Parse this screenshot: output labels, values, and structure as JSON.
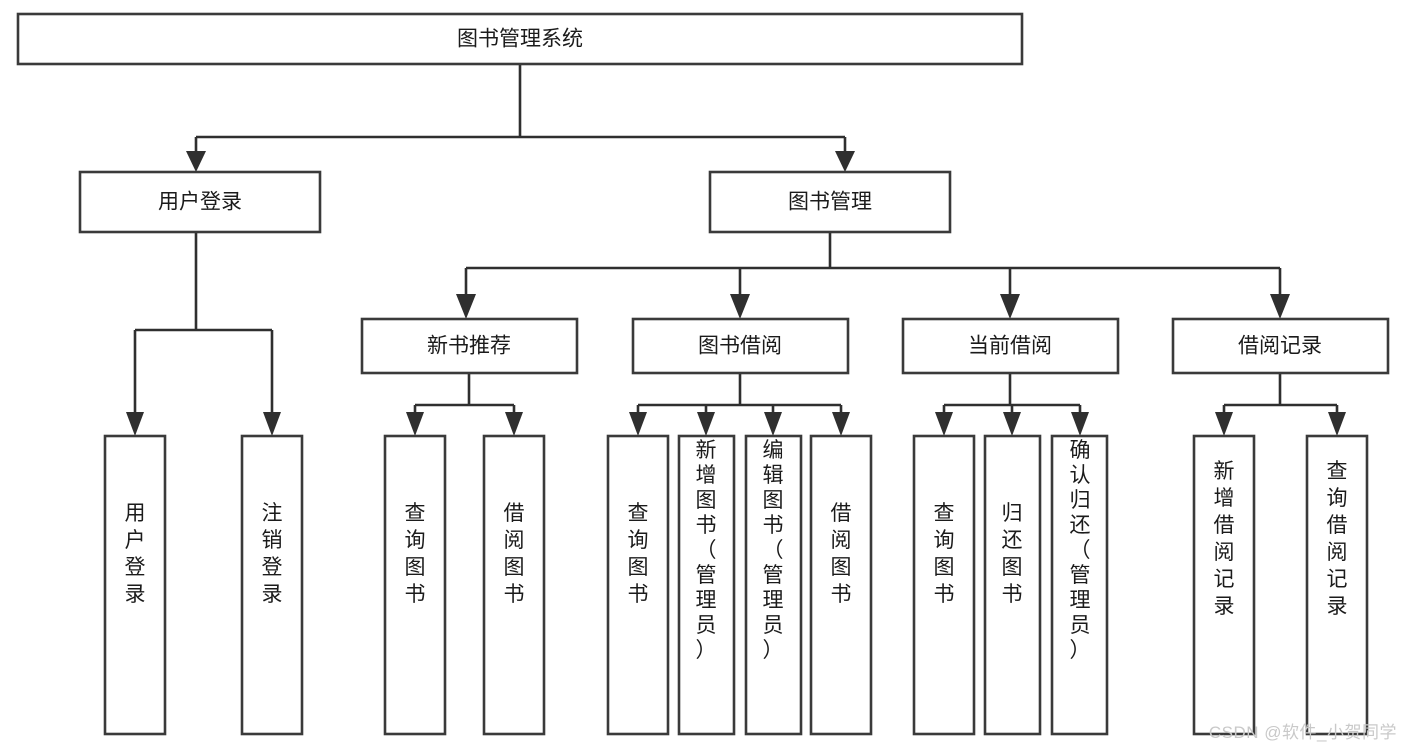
{
  "diagram": {
    "title": "图书管理系统",
    "type": "tree-hierarchy-chart",
    "watermark": "CSDN @软件_小贺同学",
    "background_color": "#ffffff",
    "stroke_color": "#2f2f2f",
    "text_color": "#1b1b1b",
    "root": {
      "label": "图书管理系统",
      "orientation": "horizontal"
    },
    "level1": [
      {
        "id": "user-login",
        "label": "用户登录",
        "orientation": "horizontal"
      },
      {
        "id": "book-manage",
        "label": "图书管理",
        "orientation": "horizontal"
      }
    ],
    "level2": [
      {
        "id": "new-book-recommend",
        "label": "新书推荐",
        "parent": "book-manage",
        "orientation": "horizontal"
      },
      {
        "id": "book-borrow",
        "label": "图书借阅",
        "parent": "book-manage",
        "orientation": "horizontal"
      },
      {
        "id": "current-borrow",
        "label": "当前借阅",
        "parent": "book-manage",
        "orientation": "horizontal"
      },
      {
        "id": "borrow-record",
        "label": "借阅记录",
        "parent": "book-manage",
        "orientation": "horizontal"
      }
    ],
    "leaves": [
      {
        "id": "leaf-user-login",
        "label": "用户登录",
        "parent": "user-login",
        "orientation": "vertical"
      },
      {
        "id": "leaf-user-logout",
        "label": "注销登录",
        "parent": "user-login",
        "orientation": "vertical"
      },
      {
        "id": "leaf-query-book-1",
        "label": "查询图书",
        "parent": "new-book-recommend",
        "orientation": "vertical"
      },
      {
        "id": "leaf-borrow-book-1",
        "label": "借阅图书",
        "parent": "new-book-recommend",
        "orientation": "vertical"
      },
      {
        "id": "leaf-query-book-2",
        "label": "查询图书",
        "parent": "book-borrow",
        "orientation": "vertical"
      },
      {
        "id": "leaf-add-book",
        "label": "新增图书（管理员）",
        "parent": "book-borrow",
        "orientation": "vertical"
      },
      {
        "id": "leaf-edit-book",
        "label": "编辑图书（管理员）",
        "parent": "book-borrow",
        "orientation": "vertical"
      },
      {
        "id": "leaf-borrow-book-2",
        "label": "借阅图书",
        "parent": "book-borrow",
        "orientation": "vertical"
      },
      {
        "id": "leaf-query-book-3",
        "label": "查询图书",
        "parent": "current-borrow",
        "orientation": "vertical"
      },
      {
        "id": "leaf-return-book",
        "label": "归还图书",
        "parent": "current-borrow",
        "orientation": "vertical"
      },
      {
        "id": "leaf-confirm-return",
        "label": "确认归还（管理员）",
        "parent": "current-borrow",
        "orientation": "vertical"
      },
      {
        "id": "leaf-add-record",
        "label": "新增借阅记录",
        "parent": "borrow-record",
        "orientation": "vertical"
      },
      {
        "id": "leaf-query-record",
        "label": "查询借阅记录",
        "parent": "borrow-record",
        "orientation": "vertical"
      }
    ]
  }
}
